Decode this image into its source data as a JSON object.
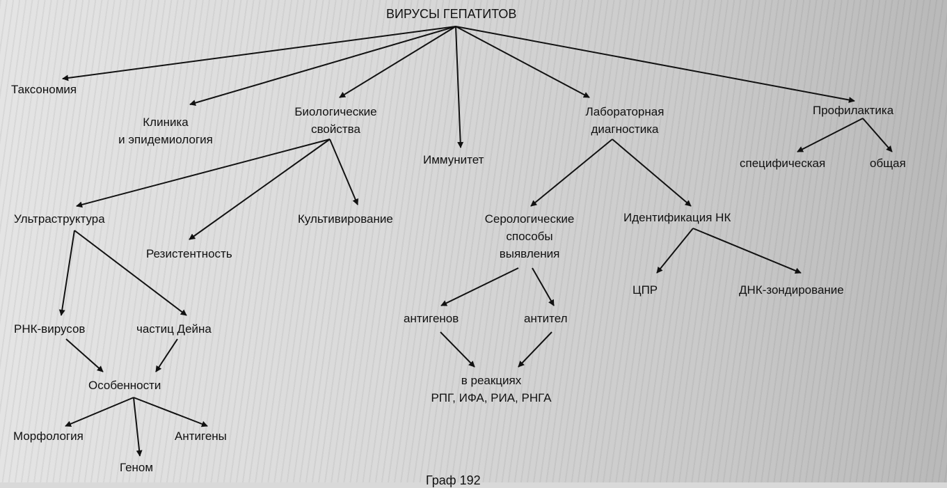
{
  "nodes": {
    "root": "ВИРУСЫ ГЕПАТИТОВ",
    "taxonomy": "Таксономия",
    "clinic_line1": "Клиника",
    "clinic_line2": "и эпидемиология",
    "bio_line1": "Биологические",
    "bio_line2": "свойства",
    "immunity": "Иммунитет",
    "lab_line1": "Лабораторная",
    "lab_line2": "диагностика",
    "prophylaxis": "Профилактика",
    "specific": "специфическая",
    "general": "общая",
    "ultrastructure": "Ультраструктура",
    "resistance": "Резистентность",
    "cultivation": "Культивирование",
    "sero_line1": "Серологические",
    "sero_line2": "способы",
    "sero_line3": "выявления",
    "nk_identification": "Идентификация НК",
    "cpr": "ЦПР",
    "dna_probing": "ДНК-зондирование",
    "rna_viruses": "РНК-вирусов",
    "dane_particles": "частиц Дейна",
    "antigens_detect": "антигенов",
    "antibodies_detect": "антител",
    "features": "Особенности",
    "reactions_line1": "в реакциях",
    "reactions_line2": "РПГ, ИФА, РИА, РНГА",
    "morphology": "Морфология",
    "genome": "Геном",
    "antigens": "Антигены"
  },
  "caption": "Граф 192",
  "colors": {
    "ink": "#111111",
    "paper": "#d9d9d9"
  }
}
